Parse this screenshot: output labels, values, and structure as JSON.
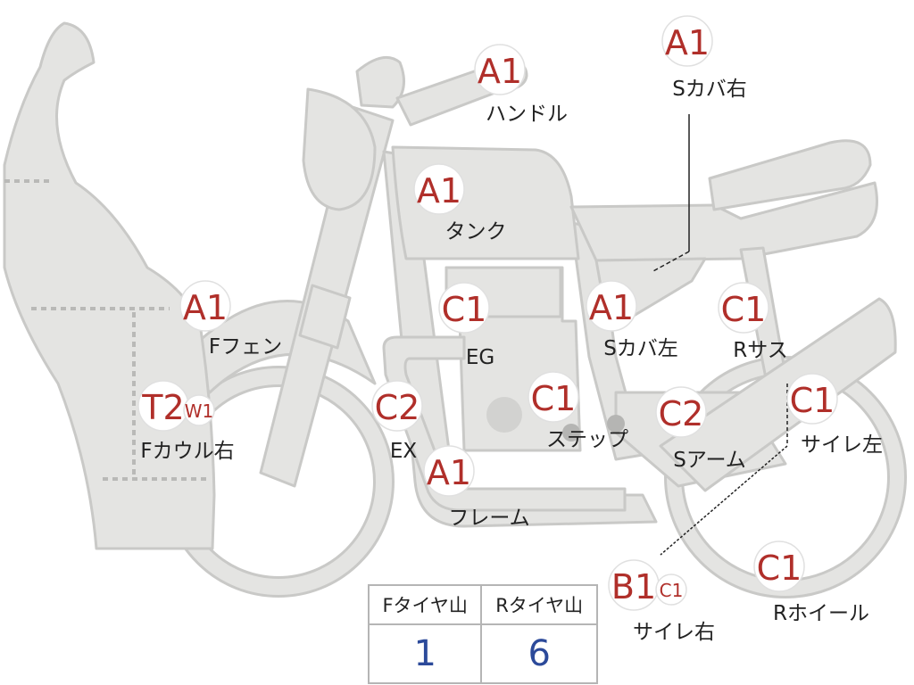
{
  "colors": {
    "part_fill": "#e4e4e2",
    "part_stroke": "#c9c9c7",
    "rank_text": "#b02f2a",
    "label_text": "#222222",
    "tire_value": "#2c4a9a"
  },
  "parts": {
    "handle": {
      "rank": "A1",
      "label": "ハンドル"
    },
    "s_cover_r": {
      "rank": "A1",
      "label": "Sカバ右"
    },
    "tank": {
      "rank": "A1",
      "label": "タンク"
    },
    "f_fender": {
      "rank": "A1",
      "label": "Fフェン"
    },
    "engine": {
      "rank": "C1",
      "label": "EG"
    },
    "s_cover_l": {
      "rank": "A1",
      "label": "Sカバ左"
    },
    "r_susp": {
      "rank": "C1",
      "label": "Rサス"
    },
    "f_cowl_r": {
      "rank": "T2",
      "rank2": "W1",
      "label": "Fカウル右"
    },
    "exhaust": {
      "rank": "C2",
      "label": "EX"
    },
    "step": {
      "rank": "C1",
      "label": "ステップ"
    },
    "s_arm": {
      "rank": "C2",
      "label": "Sアーム"
    },
    "silencer_l": {
      "rank": "C1",
      "label": "サイレ左"
    },
    "frame": {
      "rank": "A1",
      "label": "フレーム"
    },
    "silencer_r": {
      "rank": "B1",
      "rank2": "C1",
      "label": "サイレ右"
    },
    "r_wheel": {
      "rank": "C1",
      "label": "Rホイール"
    }
  },
  "tire_table": {
    "front_header": "Fタイヤ山",
    "rear_header": "Rタイヤ山",
    "front_value": "1",
    "rear_value": "6"
  }
}
